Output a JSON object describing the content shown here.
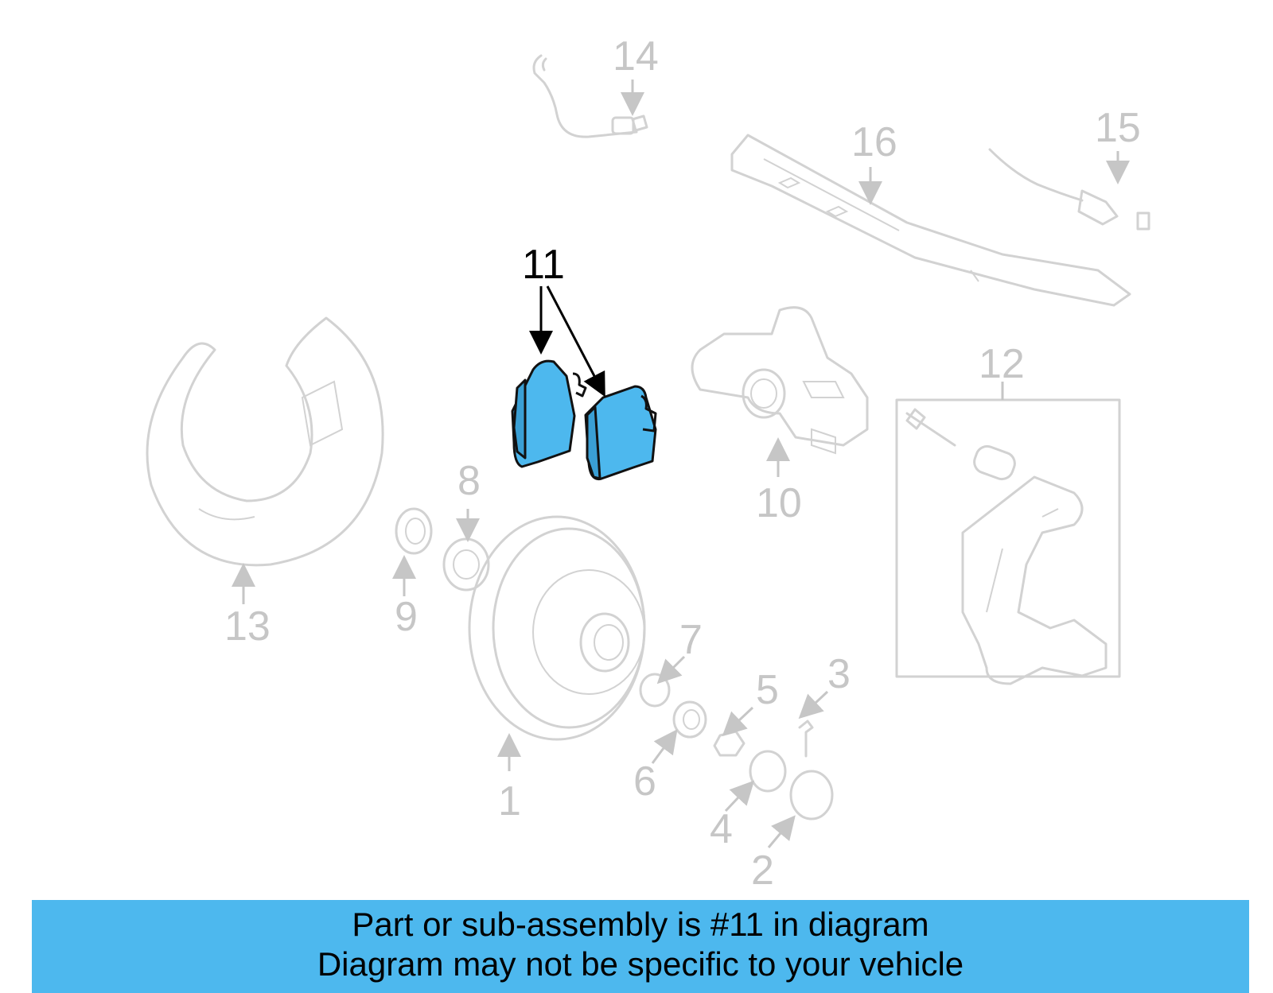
{
  "diagram": {
    "highlighted_part": "11",
    "colors": {
      "highlight": "#4db8ee",
      "ghost": "#d2d2d2",
      "label": "#c6c6c6",
      "banner": "#4db8ee"
    },
    "callouts": [
      {
        "id": "p1",
        "label": "1"
      },
      {
        "id": "p2",
        "label": "2"
      },
      {
        "id": "p3",
        "label": "3"
      },
      {
        "id": "p4",
        "label": "4"
      },
      {
        "id": "p5",
        "label": "5"
      },
      {
        "id": "p6",
        "label": "6"
      },
      {
        "id": "p7",
        "label": "7"
      },
      {
        "id": "p8",
        "label": "8"
      },
      {
        "id": "p9",
        "label": "9"
      },
      {
        "id": "p10",
        "label": "10"
      },
      {
        "id": "p11",
        "label": "11"
      },
      {
        "id": "p12",
        "label": "12"
      },
      {
        "id": "p13",
        "label": "13"
      },
      {
        "id": "p14",
        "label": "14"
      },
      {
        "id": "p15",
        "label": "15"
      },
      {
        "id": "p16",
        "label": "16"
      }
    ]
  },
  "banner": {
    "line1": "Part or sub-assembly is #11 in diagram",
    "line2": "Diagram may not be specific to your vehicle"
  }
}
